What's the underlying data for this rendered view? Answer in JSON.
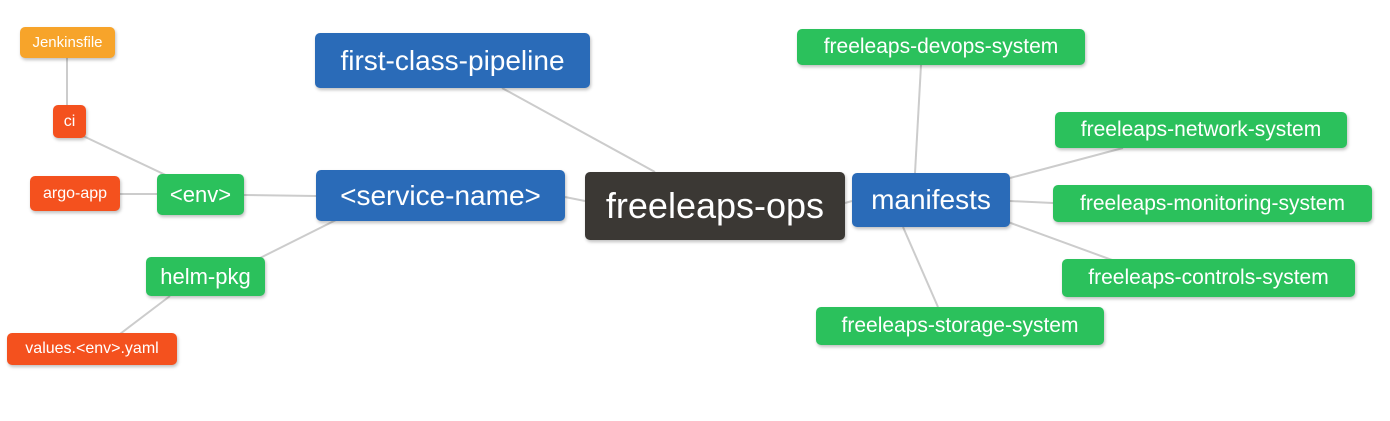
{
  "diagram": {
    "title": "freeleaps-ops mind map",
    "palette": {
      "root_dark": "#3b3834",
      "branch_blue": "#2a6bb8",
      "node_green": "#2bc15c",
      "leaf_red": "#f4511e",
      "leaf_orange": "#f7a42a",
      "edge_gray": "#cccccc",
      "text": "#ffffff"
    },
    "nodes": {
      "root": {
        "label": "freeleaps-ops"
      },
      "first_class_pipeline": {
        "label": "first-class-pipeline"
      },
      "service_name": {
        "label": "<service-name>"
      },
      "manifests": {
        "label": "manifests"
      },
      "env": {
        "label": "<env>"
      },
      "helm_pkg": {
        "label": "helm-pkg"
      },
      "ci": {
        "label": "ci"
      },
      "jenkinsfile": {
        "label": "Jenkinsfile"
      },
      "argo_app": {
        "label": "argo-app"
      },
      "values_yaml": {
        "label": "values.<env>.yaml"
      },
      "devops_system": {
        "label": "freeleaps-devops-system"
      },
      "network_system": {
        "label": "freeleaps-network-system"
      },
      "monitoring_system": {
        "label": "freeleaps-monitoring-system"
      },
      "controls_system": {
        "label": "freeleaps-controls-system"
      },
      "storage_system": {
        "label": "freeleaps-storage-system"
      }
    },
    "edges": [
      [
        "jenkinsfile",
        "ci"
      ],
      [
        "ci",
        "env"
      ],
      [
        "argo_app",
        "env"
      ],
      [
        "env",
        "service_name"
      ],
      [
        "helm_pkg",
        "service_name"
      ],
      [
        "values_yaml",
        "helm_pkg"
      ],
      [
        "first_class_pipeline",
        "root"
      ],
      [
        "service_name",
        "root"
      ],
      [
        "root",
        "manifests"
      ],
      [
        "manifests",
        "devops_system"
      ],
      [
        "manifests",
        "network_system"
      ],
      [
        "manifests",
        "monitoring_system"
      ],
      [
        "manifests",
        "controls_system"
      ],
      [
        "manifests",
        "storage_system"
      ]
    ]
  }
}
